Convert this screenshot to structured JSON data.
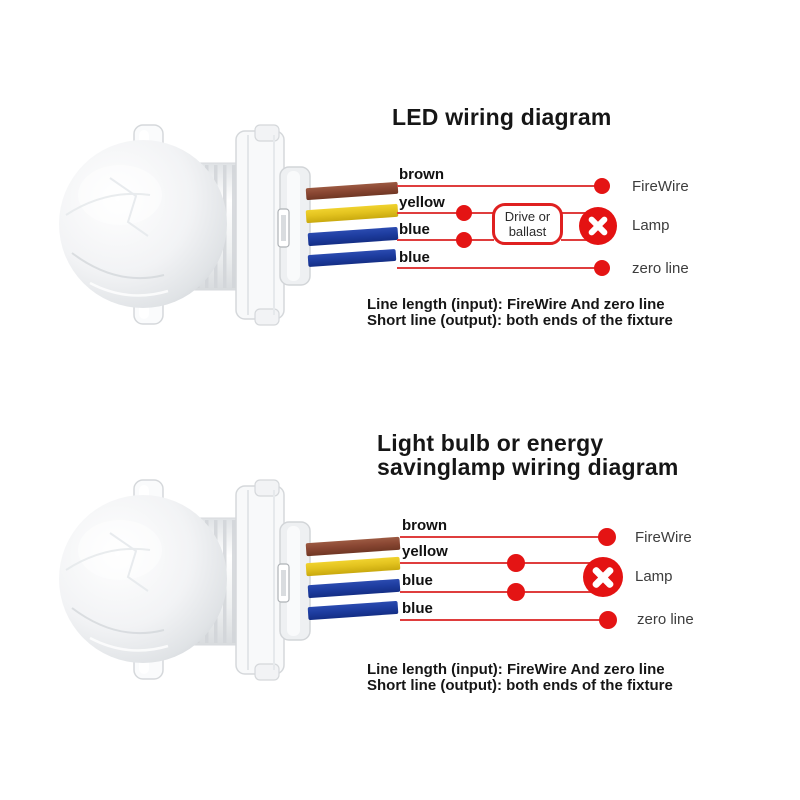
{
  "top_section": {
    "title": "LED wiring diagram",
    "wire_labels": [
      "brown",
      "yellow",
      "blue",
      "blue"
    ],
    "output_labels": [
      "FireWire",
      "Lamp",
      "zero line"
    ],
    "ballast_box": {
      "line1": "Drive or",
      "line2": "ballast"
    },
    "caption": {
      "line1": "Line length (input): FireWire And zero line",
      "line2": "Short line (output): both ends of the fixture"
    }
  },
  "bottom_section": {
    "title_line1": "Light bulb or energy",
    "title_line2": "savinglamp wiring diagram",
    "wire_labels": [
      "brown",
      "yellow",
      "blue",
      "blue"
    ],
    "output_labels": [
      "FireWire",
      "Lamp",
      "zero line"
    ],
    "caption": {
      "line1": "Line length (input): FireWire And zero line",
      "line2": "Short line (output): both ends of the fixture"
    }
  },
  "colors": {
    "wire_brown": "#8a4733",
    "wire_yellow": "#e3c31f",
    "wire_blue": "#1e3da0",
    "diagram_red": "#e41414",
    "schematic_line_red": "#df3d3d",
    "text_black": "#161616",
    "output_label_gray": "#3d3d3d"
  }
}
